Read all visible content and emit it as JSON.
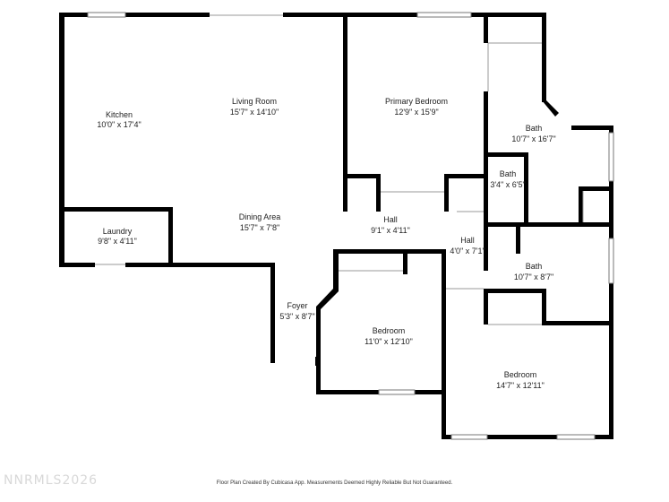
{
  "brand_watermark": "NNRMLS2026",
  "footer_note": "Floor Plan Created By Cubicasa App. Measurements Deemed Highly Reliable But Not Guaranteed.",
  "rooms": [
    {
      "id": "kitchen",
      "name": "Kitchen",
      "dims": "10'0\" x 17'4\""
    },
    {
      "id": "living-room",
      "name": "Living Room",
      "dims": "15'7\" x 14'10\""
    },
    {
      "id": "primary-bedroom",
      "name": "Primary Bedroom",
      "dims": "12'9\" x 15'9\""
    },
    {
      "id": "bath-primary",
      "name": "Bath",
      "dims": "10'7\" x 16'7\""
    },
    {
      "id": "bath-small",
      "name": "Bath",
      "dims": "3'4\" x 6'5\""
    },
    {
      "id": "laundry",
      "name": "Laundry",
      "dims": "9'8\" x 4'11\""
    },
    {
      "id": "dining-area",
      "name": "Dining Area",
      "dims": "15'7\" x 7'8\""
    },
    {
      "id": "hall-main",
      "name": "Hall",
      "dims": "9'1\" x 4'11\""
    },
    {
      "id": "hall-side",
      "name": "Hall",
      "dims": "4'0\" x 7'1\""
    },
    {
      "id": "bath-hall",
      "name": "Bath",
      "dims": "10'7\" x 8'7\""
    },
    {
      "id": "foyer",
      "name": "Foyer",
      "dims": "5'3\" x 8'7\""
    },
    {
      "id": "bedroom-1",
      "name": "Bedroom",
      "dims": "11'0\" x 12'10\""
    },
    {
      "id": "bedroom-2",
      "name": "Bedroom",
      "dims": "14'7\" x 12'11\""
    }
  ]
}
